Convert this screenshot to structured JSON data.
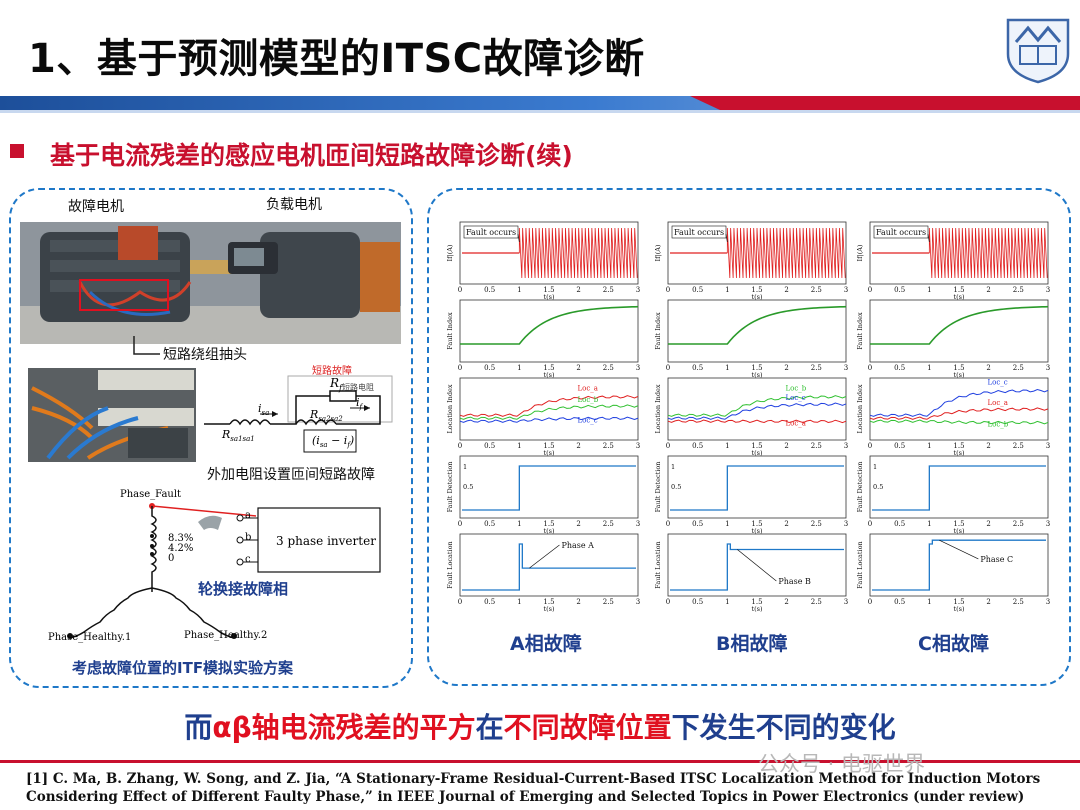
{
  "title": "1、基于预测模型的ITSC故障诊断",
  "subtitle": "基于电流残差的感应电机匝间短路故障诊断(续)",
  "left_panel": {
    "label_fault_motor": "故障电机",
    "label_load_motor": "负载电机",
    "label_tap": "短路绕组抽头",
    "circuit": {
      "short_label": "短路故障",
      "rf": "R",
      "rf_sub": "f",
      "short_resistor": "短路电阻",
      "if": "i",
      "isa": "i",
      "rsa1sa1": "R",
      "rsa2sa2": "R",
      "iis": "(i",
      "caption": "外加电阻设置匝间短路故障"
    },
    "schematic": {
      "phase_fault": "Phase_Fault",
      "p1": "8.3%",
      "p2": "4.2%",
      "p3": "0",
      "inverter": "3 phase inverter",
      "a": "a",
      "b": "b",
      "c": "c",
      "healthy1": "Phase_Healthy.1",
      "healthy2": "Phase_Healthy.2",
      "rotate_caption": "轮换接故障相",
      "scheme_caption": "考虑故障位置的ITF模拟实验方案"
    }
  },
  "right_panel": {
    "columns": [
      {
        "caption": "A相故障",
        "loc_labels": [
          "Loc_a",
          "Loc_b",
          "Loc_c"
        ],
        "phase_arrow": "Phase A"
      },
      {
        "caption": "B相故障",
        "loc_labels": [
          "Loc_b",
          "Loc_c",
          "Loc_a"
        ],
        "phase_arrow": "Phase B"
      },
      {
        "caption": "C相故障",
        "loc_labels": [
          "Loc_c",
          "Loc_a",
          "Loc_b"
        ],
        "phase_arrow": "Phase C"
      }
    ],
    "fault_occurs": "Fault occurs",
    "xlabel": "t(s)",
    "ylabels": [
      "If|(A)",
      "Fault Index",
      "Location Index",
      "Fault Detection",
      "Fault Location"
    ],
    "x_ticks": [
      "0",
      "0.5",
      "1",
      "1.5",
      "2",
      "2.5",
      "3"
    ]
  },
  "conclusion": {
    "part1": "而",
    "part2": "αβ轴电流残差的平方",
    "part3": "在",
    "part4": "不同故障位置",
    "part5": "下发生不同的变化"
  },
  "references": [
    "[1] C. Ma, B. Zhang, W. Song, and Z. Jia, “A Stationary-Frame Residual-Current-Based ITSC Localization Method for Induction Motors",
    "Considering Effect of Different Faulty Phase,” in IEEE Journal of Emerging and Selected Topics in Power Electronics (under review)"
  ],
  "watermark": "公众号 · 电驱世界",
  "colors": {
    "accent_red": "#c8102e",
    "accent_blue": "#1f78c8",
    "dark_blue": "#1f3f8e"
  }
}
